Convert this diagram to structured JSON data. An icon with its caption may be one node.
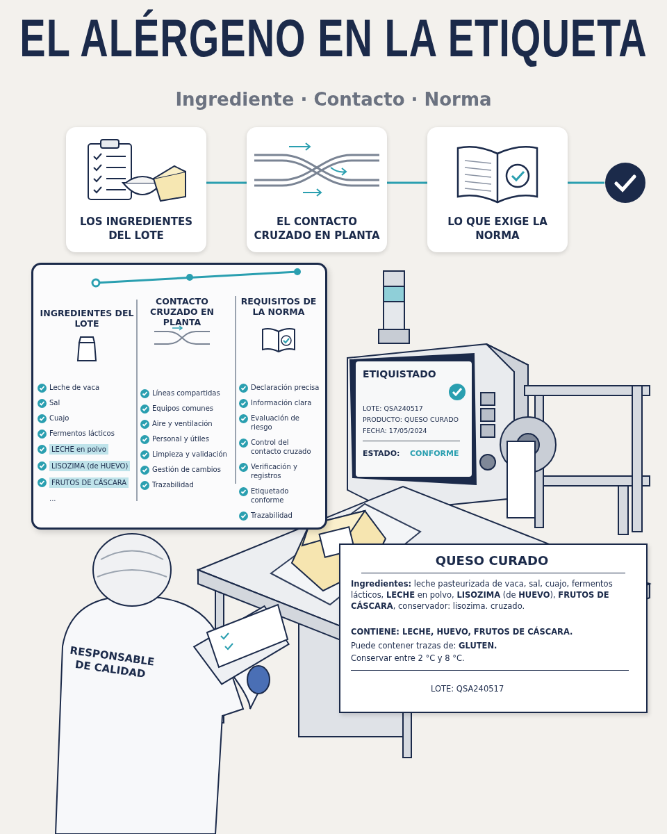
{
  "diagram": {
    "title": "EL ALÉRGENO EN LA ETIQUETA",
    "nodes": [
      {
        "text": [
          "LOS INGREDIENTES DEL LOTE"
        ]
      },
      {
        "text": [
          "EL CONTACTO CRUZADO EN PLANTA"
        ]
      },
      {
        "text": [
          "LO QUE EXIGE LA NORMA"
        ]
      },
      {
        "text": [],
        "shape": "circle"
      }
    ],
    "edges": [
      {
        "from": 0,
        "to": 1,
        "arrow": "none"
      },
      {
        "from": 1,
        "to": 2,
        "arrow": "none"
      },
      {
        "from": 2,
        "to": 3,
        "arrow": "none"
      }
    ],
    "labels": [
      "Ingrediente · Contacto · Norma",
      "INGREDIENTES DEL LOTE",
      "CONTACTO CRUZADO EN PLANTA",
      "REQUISITOS DE LA NORMA",
      "Leche de vaca",
      "Sal",
      "Cuajo",
      "Fermentos lácticos",
      "LECHE en polvo",
      "LISOZIMA (de HUEVO)",
      "FRUTOS DE CÁSCARA",
      "...",
      "Líneas compartidas",
      "Equipos comunes",
      "Aire y ventilación",
      "Personal y útiles",
      "Limpieza y validación",
      "Gestión de cambios",
      "Trazabilidad",
      "Declaración precisa",
      "Información clara",
      "Evaluación de riesgo",
      "Control del contacto cruzado",
      "Verificación y registros",
      "Etiquetado conforme",
      "Trazabilidad",
      "ETIQUISTADO",
      "LOTE: QSA240517",
      "PRODUCTO: QUESO CURADO",
      "FECHA: 17/05/2024",
      "ESTADO:",
      "CONFORME",
      "QUESO CURADO",
      "**Ingredientes:** leche pasteurizada de vaca, sal, cuajo, fermentos lácticos, **LECHE** en polvo, **LISOZIMA** (de **HUEVO**), **FRUTOS DE CÁSCARA**, conservador: lisozima. cruzado.",
      "CONTIENE: LECHE, HUEVO, FRUTOS DE CÁSCARA.",
      "Puede contener trazas de: **GLUTEN.**",
      "Conservar entre 2 °C y 8 °C.",
      "LOTE: QSA240517",
      "RESPONSABLE DE CALIDAD"
    ]
  }
}
